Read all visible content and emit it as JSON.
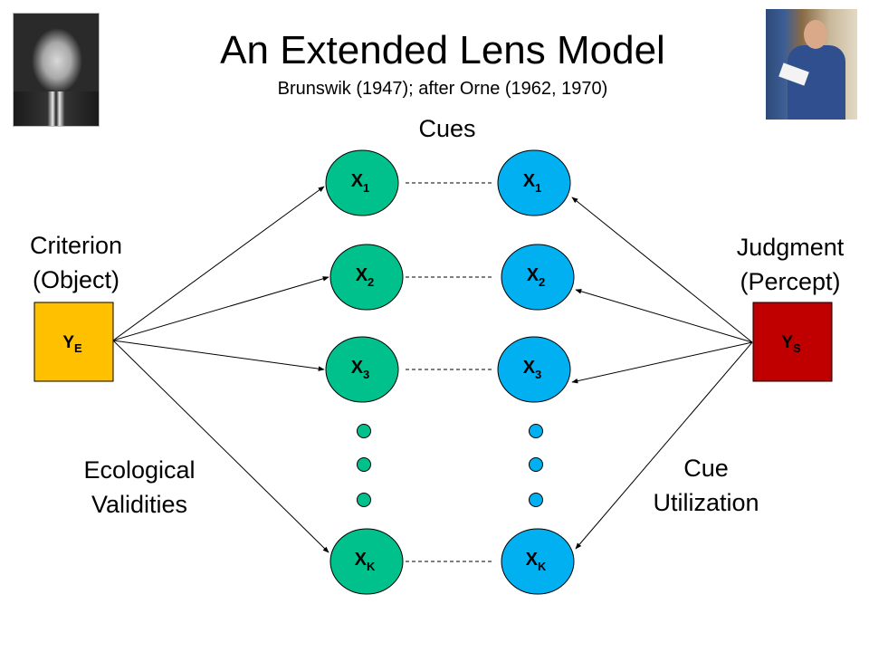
{
  "slide": {
    "title": "An Extended Lens Model",
    "subtitle": "Brunswik (1947); after Orne (1962, 1970)",
    "cues_heading": "Cues",
    "criterion_label": [
      "Criterion",
      "(Object)"
    ],
    "judgment_label": [
      "Judgment",
      "(Percept)"
    ],
    "ecological_label": [
      "Ecological",
      "Validities"
    ],
    "utilization_label": [
      "Cue",
      "Utilization"
    ],
    "photos": [
      {
        "name": "portrait-left",
        "description": "black-and-white portrait of a man in a suit"
      },
      {
        "name": "portrait-right",
        "description": "color painted portrait of a seated man holding papers and glasses"
      }
    ]
  },
  "nodes": {
    "criterion": {
      "base": "Y",
      "sub": "E",
      "color": "#FFC000"
    },
    "judgment": {
      "base": "Y",
      "sub": "S",
      "color": "#C00000"
    },
    "cues_left": [
      {
        "base": "X",
        "sub": "1"
      },
      {
        "base": "X",
        "sub": "2"
      },
      {
        "base": "X",
        "sub": "3"
      },
      {
        "base": "X",
        "sub": "K"
      }
    ],
    "cues_right": [
      {
        "base": "X",
        "sub": "1"
      },
      {
        "base": "X",
        "sub": "2"
      },
      {
        "base": "X",
        "sub": "3"
      },
      {
        "base": "X",
        "sub": "K"
      }
    ],
    "left_cue_color": "#00C08C",
    "right_cue_color": "#00B0F0",
    "ellipsis_dots": 3
  }
}
